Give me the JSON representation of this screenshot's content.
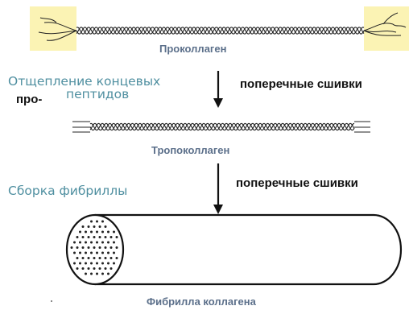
{
  "labels": {
    "procollagen": "Проколлаген",
    "cleavage_line1": "Отщепление концевых",
    "cleavage_line2": "пептидов",
    "pro_prefix": "про-",
    "crosslinks_1": "поперечные сшивки",
    "tropocollagen": "Тропоколлаген",
    "fibril_assembly": "Сборка фибриллы",
    "crosslinks_2": "поперечные сшивки",
    "fibril": "Фибрилла коллагена"
  },
  "colors": {
    "terminal_highlight": "#fbf3b4",
    "strand": "#222222",
    "caption_text": "#5b6f8a",
    "teal_text": "#4f8fa0"
  }
}
